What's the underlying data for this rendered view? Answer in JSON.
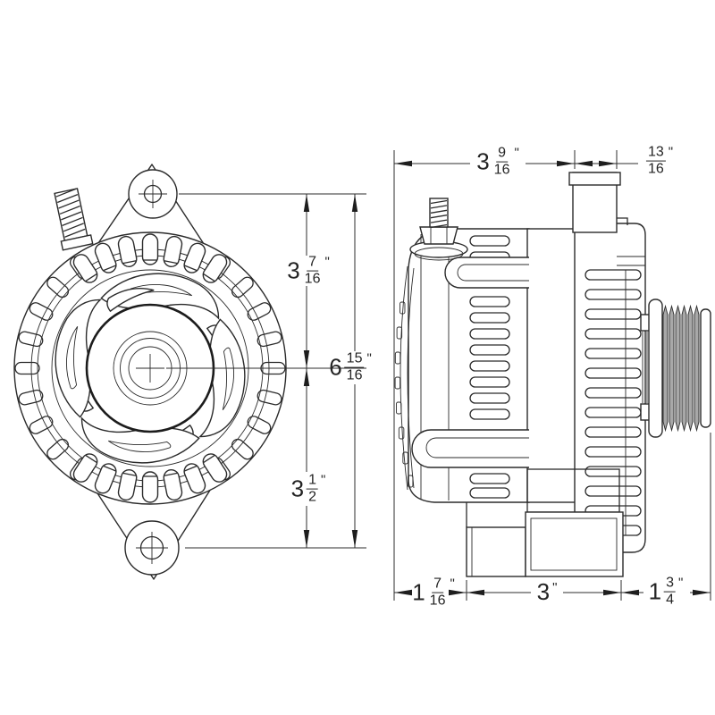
{
  "drawing": {
    "subject": "alternator two-view dimensioned drawing",
    "units": "inches",
    "line_color": "#2b2b2b",
    "background": "#ffffff"
  },
  "dimensions": {
    "top_width": {
      "whole": "3",
      "num": "9",
      "den": "16",
      "unit": "\""
    },
    "ear_width": {
      "num": "13",
      "den": "16",
      "unit": "\""
    },
    "upper_height": {
      "whole": "3",
      "num": "7",
      "den": "16",
      "unit": "\""
    },
    "total_height": {
      "whole": "6",
      "num": "15",
      "den": "16",
      "unit": "\""
    },
    "lower_height": {
      "whole": "3",
      "num": "1",
      "den": "2",
      "unit": "\""
    },
    "depth_rear": {
      "whole": "1",
      "num": "7",
      "den": "16",
      "unit": "\""
    },
    "depth_case": {
      "whole": "3",
      "unit": "\""
    },
    "depth_pulley": {
      "whole": "1",
      "num": "3",
      "den": "4",
      "unit": "\""
    }
  }
}
